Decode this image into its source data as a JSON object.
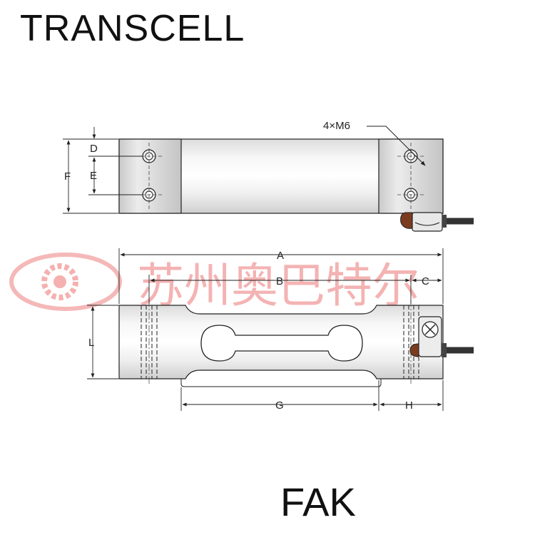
{
  "header": {
    "brand": "TRANSCELL"
  },
  "footer": {
    "model": "FAK"
  },
  "watermark": {
    "text": "苏州奥巴特尔",
    "color": "#f3a6a6"
  },
  "top_view": {
    "callout": "4×M6",
    "labels": {
      "D": "D",
      "E": "E",
      "F": "F"
    }
  },
  "side_view": {
    "labels": {
      "A": "A",
      "B": "B",
      "C": "C",
      "L": "L",
      "G": "G",
      "H": "H"
    }
  },
  "colors": {
    "line": "#222222",
    "metal_light": "#f2f2f2",
    "metal_dark": "#c8c8c8",
    "cable": "#333333"
  }
}
